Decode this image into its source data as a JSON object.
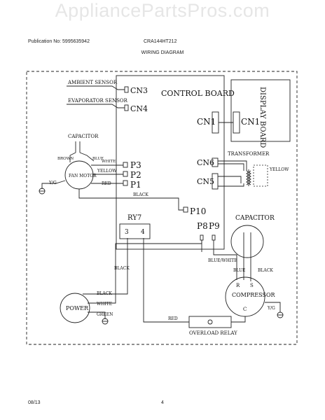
{
  "watermark": "AppliancePartsPros.com",
  "header": {
    "publication": "Publication No: 5995635942",
    "model": "CRA144HT212",
    "title": "WIRING DIAGRAM"
  },
  "footer": {
    "date": "08/13",
    "page": "4"
  },
  "diagram": {
    "ambient_sensor": "AMBIENT SENSOR",
    "evaporator_sensor": "EVAPORATOR SENSOR",
    "cn3": "CN3",
    "cn4": "CN4",
    "control_board": "CONTROL BOARD",
    "display_board": "DISPLAY BOARD",
    "cn1_left": "CN1",
    "cn1_right": "CN1",
    "transformer": "TRANSFORMER",
    "cn6": "CN6",
    "cn5": "CN5",
    "yellow_transformer": "YELLOW",
    "capacitor_fan": "CAPACITOR",
    "brown": "BROWN",
    "blue": "BLUE",
    "white_fan": "WHITE",
    "yellow_fan": "YELLOW",
    "red_fan": "RED",
    "fan_motor": "FAN MOTOR",
    "ground_fan": "Y/G",
    "p3": "P3",
    "p2": "P2",
    "p1": "P1",
    "black_p10": "BLACK",
    "p10": "P10",
    "ry7": "RY7",
    "ry7_pin3": "3",
    "ry7_pin4": "4",
    "p8": "P8",
    "p9": "P9",
    "capacitor_comp": "CAPACITOR",
    "blue_white": "BLUE/WHITE",
    "blue_comp": "BLUE",
    "black_comp": "BLACK",
    "black_left": "BLACK",
    "compressor": "COMPRESSOR",
    "r": "R",
    "s": "S",
    "c": "C",
    "ground_comp": "Y/G",
    "black_power": "BLACK",
    "white_power": "WHITE",
    "green_power": "GREEN",
    "power": "POWER",
    "red_overload": "RED",
    "overload_relay": "OVERLOAD RELAY"
  }
}
